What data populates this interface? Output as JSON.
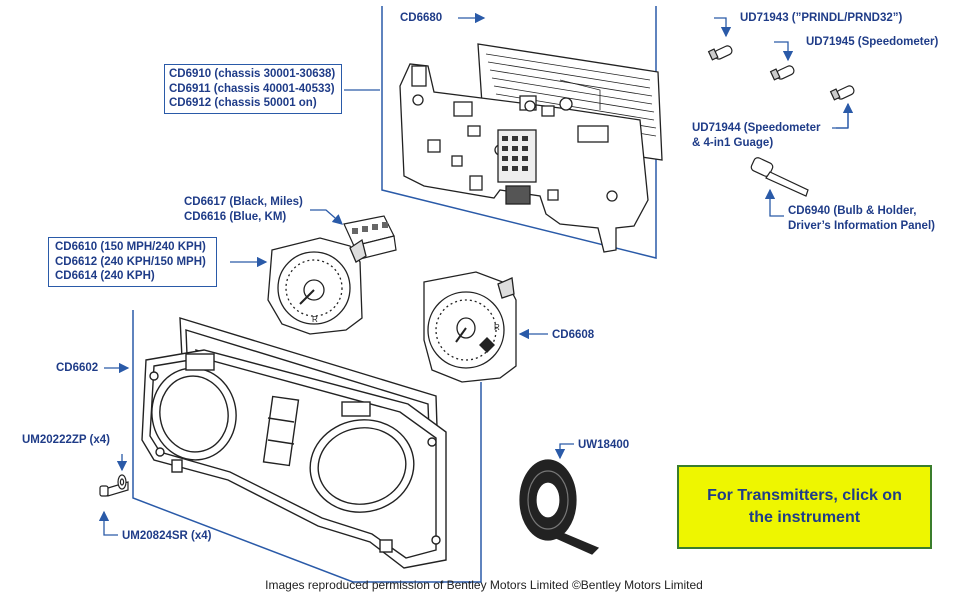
{
  "labels": {
    "cd6680": "CD6680",
    "cd6910": "CD6910 (chassis 30001-30638)",
    "cd6911": "CD6911 (chassis 40001-40533)",
    "cd6912": "CD6912 (chassis 50001 on)",
    "ud71943": "UD71943 (”PRINDL/PRND32”)",
    "ud71945": "UD71945 (Speedometer)",
    "ud71944_a": "UD71944 (Speedometer",
    "ud71944_b": "& 4-in1 Guage)",
    "cd6940_a": "CD6940 (Bulb & Holder,",
    "cd6940_b": "Driver’s Information Panel)",
    "cd6617": "CD6617 (Black, Miles)",
    "cd6616": "CD6616 (Blue, KM)",
    "cd6610": "CD6610 (150 MPH/240 KPH)",
    "cd6612": "CD6612 (240 KPH/150 MPH)",
    "cd6614": "CD6614 (240 KPH)",
    "cd6608": "CD6608",
    "cd6602": "CD6602",
    "um20222zp": "UM20222ZP (x4)",
    "um20824sr": "UM20824SR (x4)",
    "uw18400": "UW18400"
  },
  "callout": {
    "line1": "For Transmitters, click on",
    "line2": "the instrument"
  },
  "footer": "Images reproduced permission of Bentley Motors Limited ©Bentley Motors Limited",
  "colors": {
    "label": "#1f3c88",
    "leader": "#2a5aa8",
    "drawing": "#222222",
    "callout_bg": "#eef600",
    "callout_border": "#3a7d2c"
  }
}
